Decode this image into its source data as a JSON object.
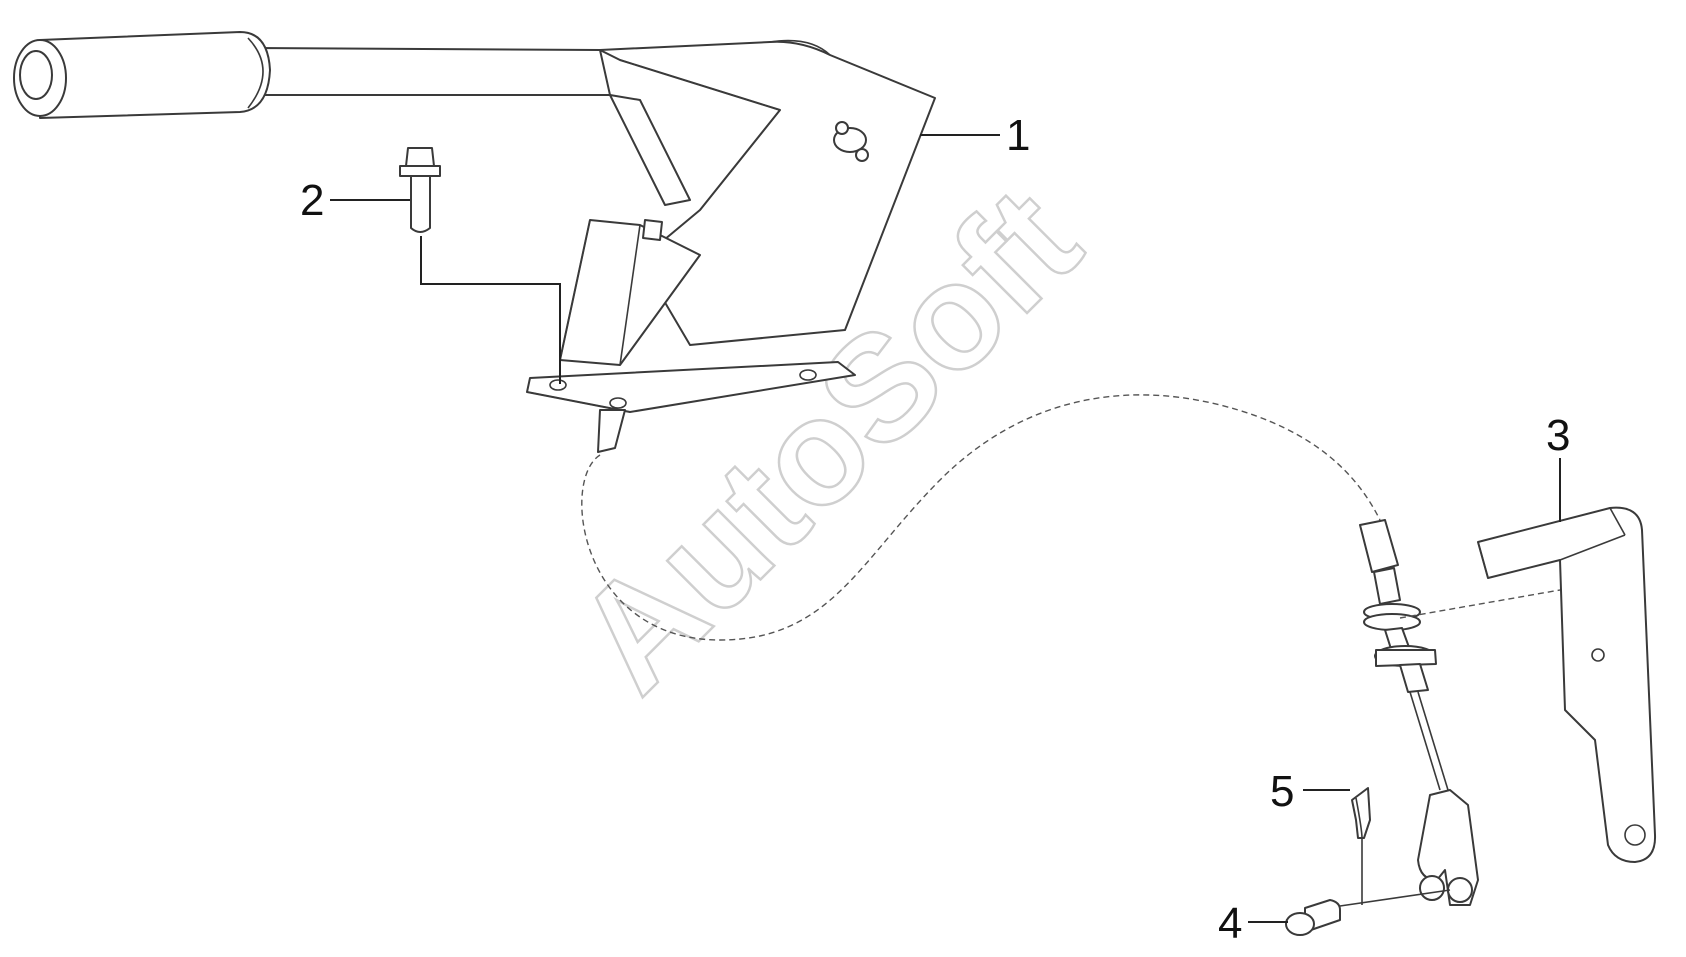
{
  "diagram": {
    "watermark": "AutoSoft",
    "callouts": [
      {
        "id": "1",
        "label": "1"
      },
      {
        "id": "2",
        "label": "2"
      },
      {
        "id": "3",
        "label": "3"
      },
      {
        "id": "4",
        "label": "4"
      },
      {
        "id": "5",
        "label": "5"
      }
    ],
    "colors": {
      "line": "#3a3a3a",
      "watermark": "#cfcfcf",
      "background": "#ffffff"
    }
  }
}
